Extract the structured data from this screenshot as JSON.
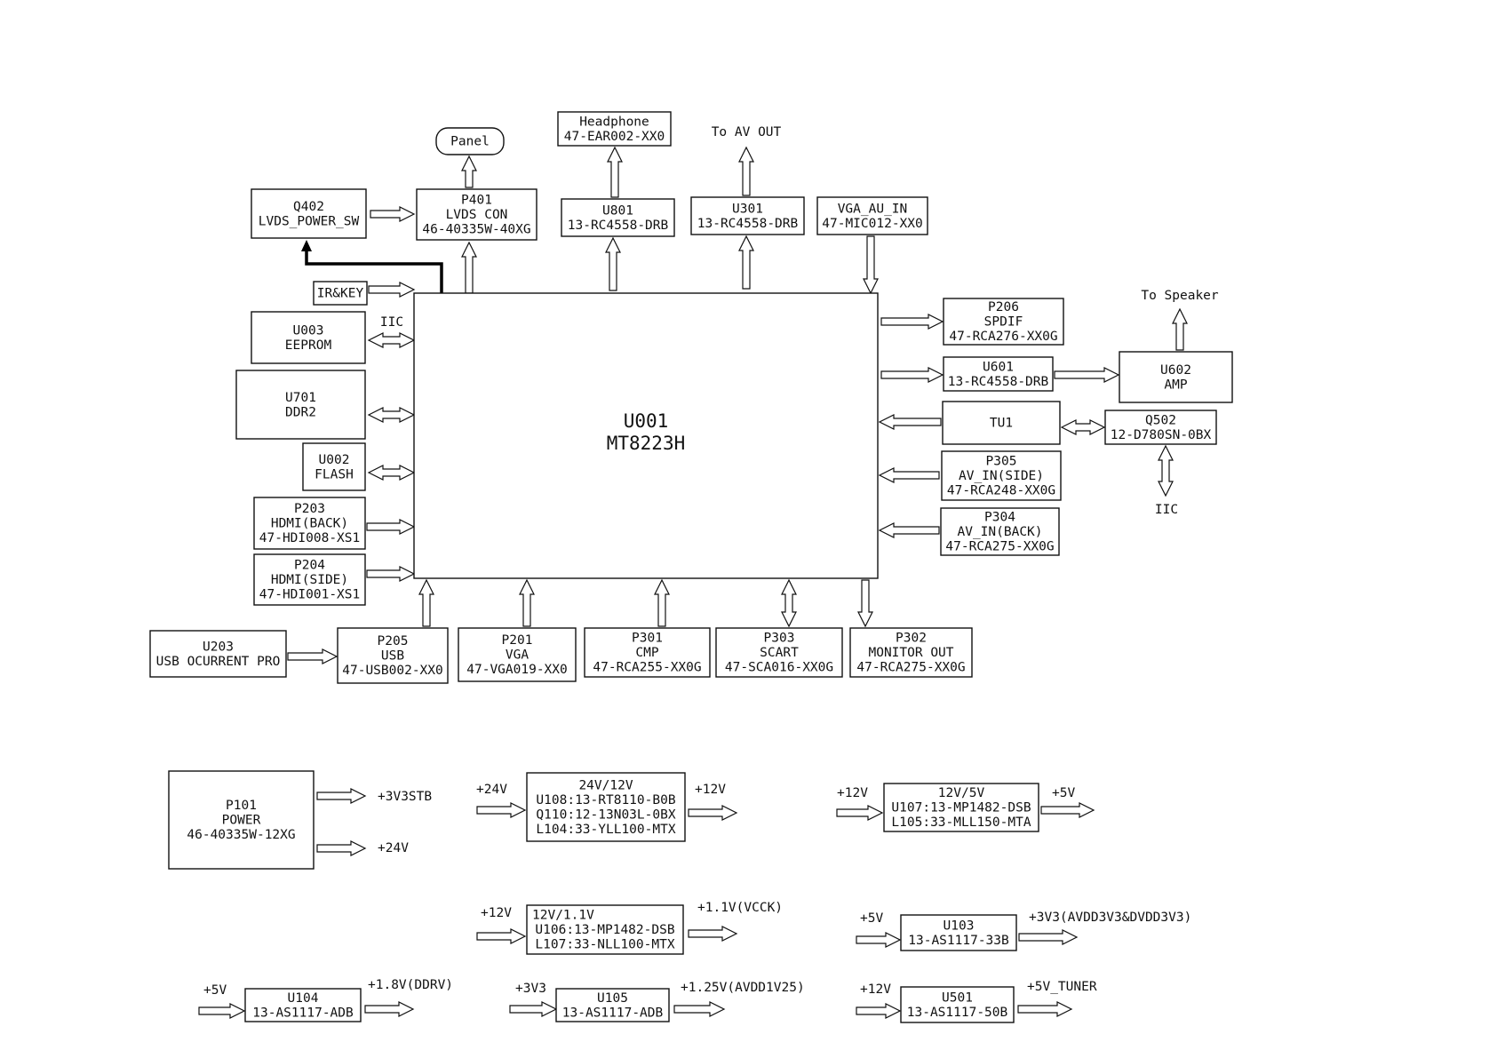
{
  "diagram": {
    "main_chip": [
      "U001",
      "MT8223H"
    ],
    "blocks": {
      "panel": [
        "Panel"
      ],
      "q402": [
        "Q402",
        "LVDS_POWER_SW"
      ],
      "p401": [
        "P401",
        "LVDS CON",
        "46-40335W-40XG"
      ],
      "headphone": [
        "Headphone",
        "47-EAR002-XX0"
      ],
      "u801": [
        "U801",
        "13-RC4558-DRB"
      ],
      "u301": [
        "U301",
        "13-RC4558-DRB"
      ],
      "vga_au_in": [
        "VGA_AU_IN",
        "47-MIC012-XX0"
      ],
      "irkey": [
        "IR&KEY"
      ],
      "u003": [
        "U003",
        "EEPROM"
      ],
      "u701": [
        "U701",
        "DDR2"
      ],
      "u002": [
        "U002",
        "FLASH"
      ],
      "p203": [
        "P203",
        "HDMI(BACK)",
        "47-HDI008-XS1"
      ],
      "p204": [
        "P204",
        "HDMI(SIDE)",
        "47-HDI001-XS1"
      ],
      "u203": [
        "U203",
        "USB OCURRENT PRO"
      ],
      "p205": [
        "P205",
        "USB",
        "47-USB002-XX0"
      ],
      "p201": [
        "P201",
        "VGA",
        "47-VGA019-XX0"
      ],
      "p301": [
        "P301",
        "CMP",
        "47-RCA255-XX0G"
      ],
      "p303": [
        "P303",
        "SCART",
        "47-SCA016-XX0G"
      ],
      "p302": [
        "P302",
        "MONITOR OUT",
        "47-RCA275-XX0G"
      ],
      "p206": [
        "P206",
        "SPDIF",
        "47-RCA276-XX0G"
      ],
      "u601": [
        "U601",
        "13-RC4558-DRB"
      ],
      "u602": [
        "U602",
        "AMP"
      ],
      "tu1": [
        "TU1"
      ],
      "q502": [
        "Q502",
        "12-D780SN-0BX"
      ],
      "p305": [
        "P305",
        "AV_IN(SIDE)",
        "47-RCA248-XX0G"
      ],
      "p304": [
        "P304",
        "AV_IN(BACK)",
        "47-RCA275-XX0G"
      ],
      "p101": [
        "P101",
        "POWER",
        "46-40335W-12XG"
      ],
      "reg_24_12": [
        "24V/12V",
        "U108:13-RT8110-B0B",
        "Q110:12-13N03L-0BX",
        "L104:33-YLL100-MTX"
      ],
      "reg_12_5": [
        "12V/5V",
        "U107:13-MP1482-DSB",
        "L105:33-MLL150-MTA"
      ],
      "reg_12_11": [
        "12V/1.1V",
        "U106:13-MP1482-DSB",
        "L107:33-NLL100-MTX"
      ],
      "u103": [
        "U103",
        "13-AS1117-33B"
      ],
      "u104": [
        "U104",
        "13-AS1117-ADB"
      ],
      "u105": [
        "U105",
        "13-AS1117-ADB"
      ],
      "u501": [
        "U501",
        "13-AS1117-50B"
      ]
    },
    "labels": {
      "to_av_out": "To AV OUT",
      "to_speaker": "To Speaker",
      "iic_left": "IIC",
      "iic_right": "IIC",
      "p101_out1": "+3V3STB",
      "p101_out2": "+24V",
      "r1_in": "+24V",
      "r1_out": "+12V",
      "r2_in": "+12V",
      "r2_out": "+5V",
      "r3_in": "+12V",
      "r3_out": "+1.1V(VCCK)",
      "u103_in": "+5V",
      "u103_out": "+3V3(AVDD3V3&DVDD3V3)",
      "u104_in": "+5V",
      "u104_out": "+1.8V(DDRV)",
      "u105_in": "+3V3",
      "u105_out": "+1.25V(AVDD1V25)",
      "u501_in": "+12V",
      "u501_out": "+5V_TUNER"
    }
  }
}
